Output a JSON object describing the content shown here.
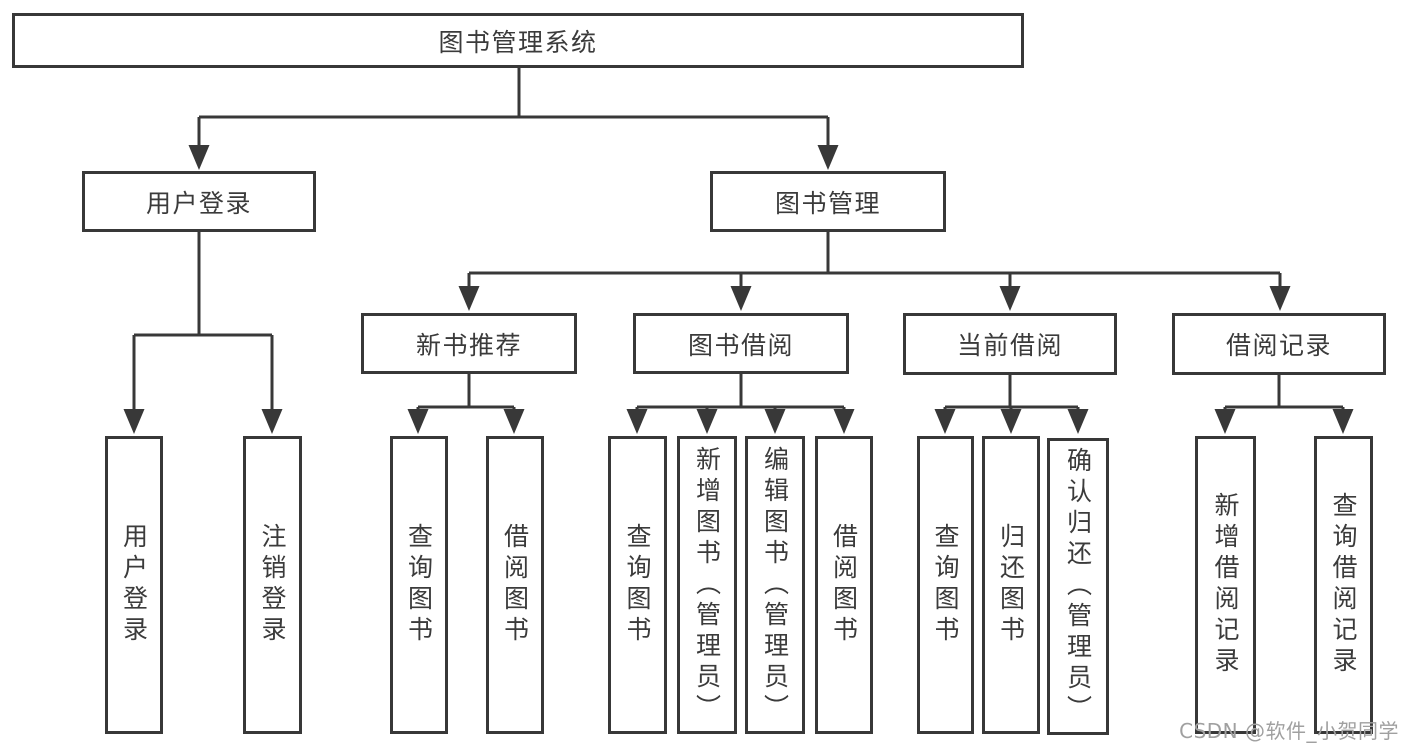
{
  "diagram": {
    "title": "图书管理系统",
    "root": {
      "label": "图书管理系统"
    },
    "branches": [
      {
        "label": "用户登录",
        "children": [
          "用户登录",
          "注销登录"
        ]
      },
      {
        "label": "图书管理",
        "sections": [
          {
            "label": "新书推荐",
            "children": [
              "查询图书",
              "借阅图书"
            ]
          },
          {
            "label": "图书借阅",
            "children": [
              "查询图书",
              "新增图书（管理员）",
              "编辑图书（管理员）",
              "借阅图书"
            ]
          },
          {
            "label": "当前借阅",
            "children": [
              "查询图书",
              "归还图书",
              "确认归还（管理员）"
            ]
          },
          {
            "label": "借阅记录",
            "children": [
              "新增借阅记录",
              "查询借阅记录"
            ]
          }
        ]
      }
    ]
  },
  "watermark": {
    "text": "CSDN @软件_小贺同学"
  },
  "colors": {
    "line": "#383838",
    "box_border": "#383838",
    "text": "#3b3b3b",
    "background": "#ffffff",
    "watermark_text": "#a0a0a0"
  }
}
